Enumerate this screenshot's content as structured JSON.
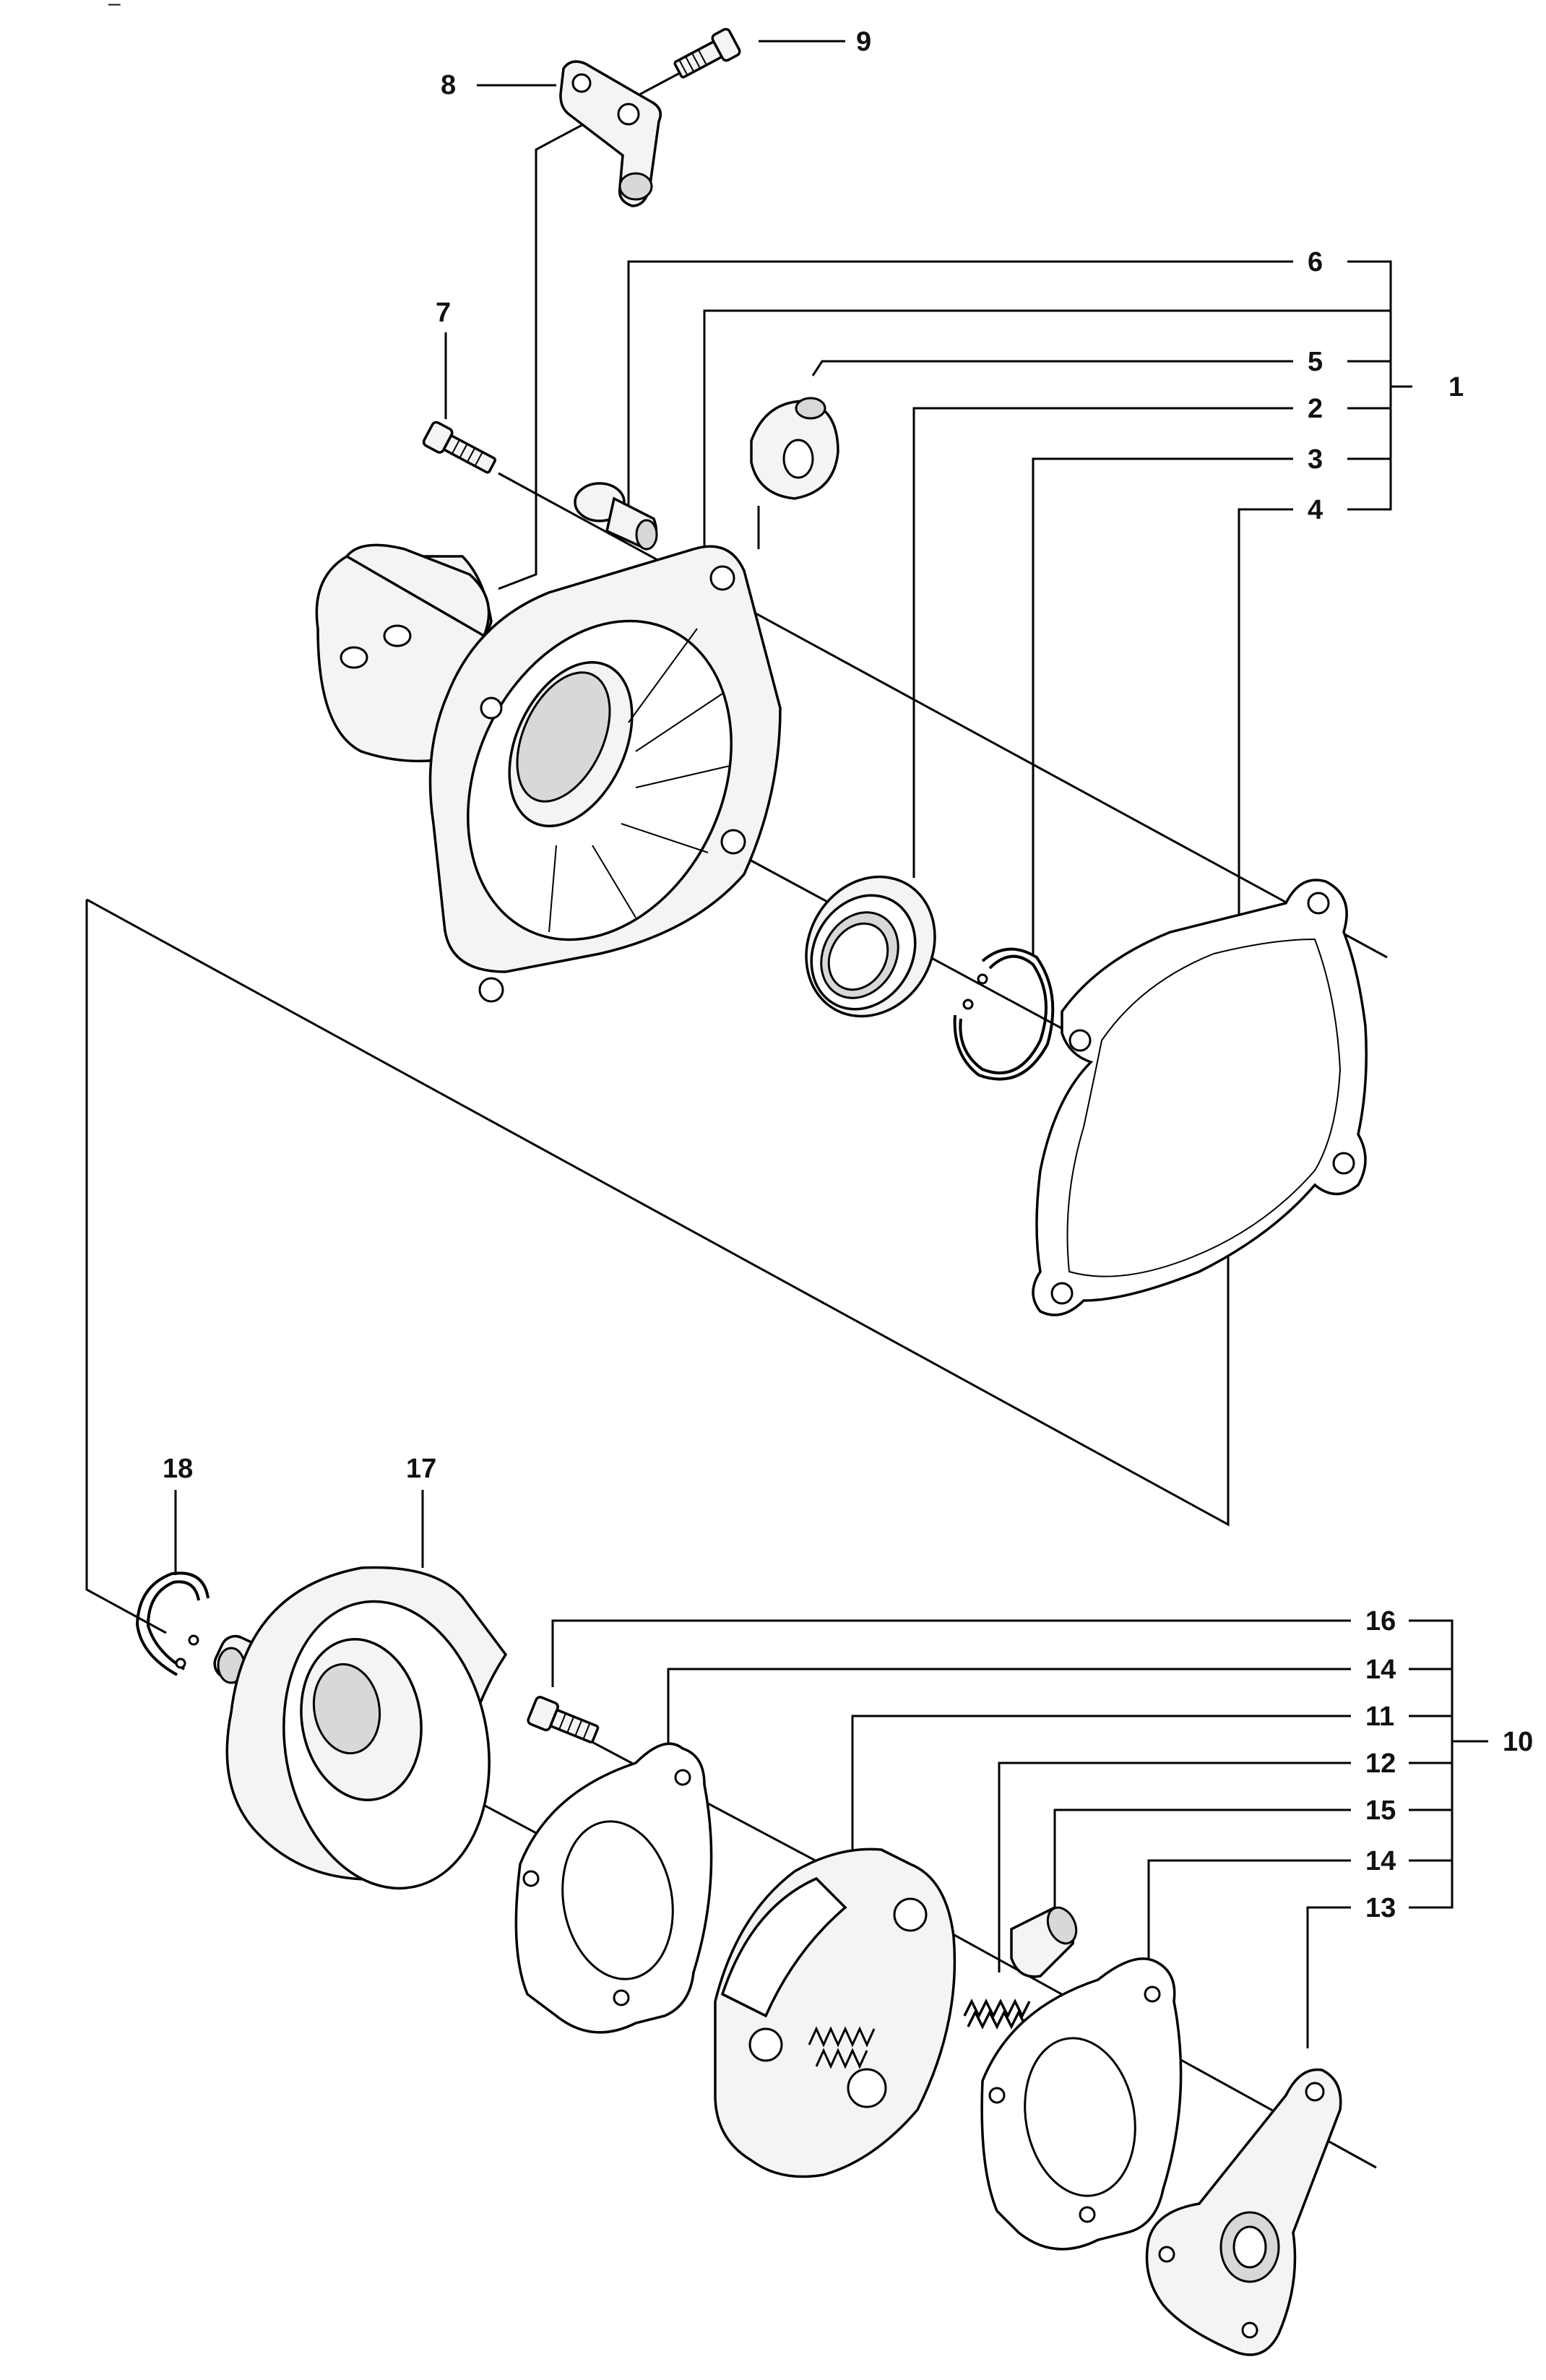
{
  "corner_mark": "–",
  "callouts": {
    "c1": "1",
    "c2": "2",
    "c3": "3",
    "c4": "4",
    "c5": "5",
    "c6": "6",
    "c7": "7",
    "c8": "8",
    "c9": "9",
    "c10": "10",
    "c11": "11",
    "c12": "12",
    "c13": "13",
    "c14a": "14",
    "c14b": "14",
    "c15": "15",
    "c16": "16",
    "c17": "17",
    "c18": "18"
  }
}
